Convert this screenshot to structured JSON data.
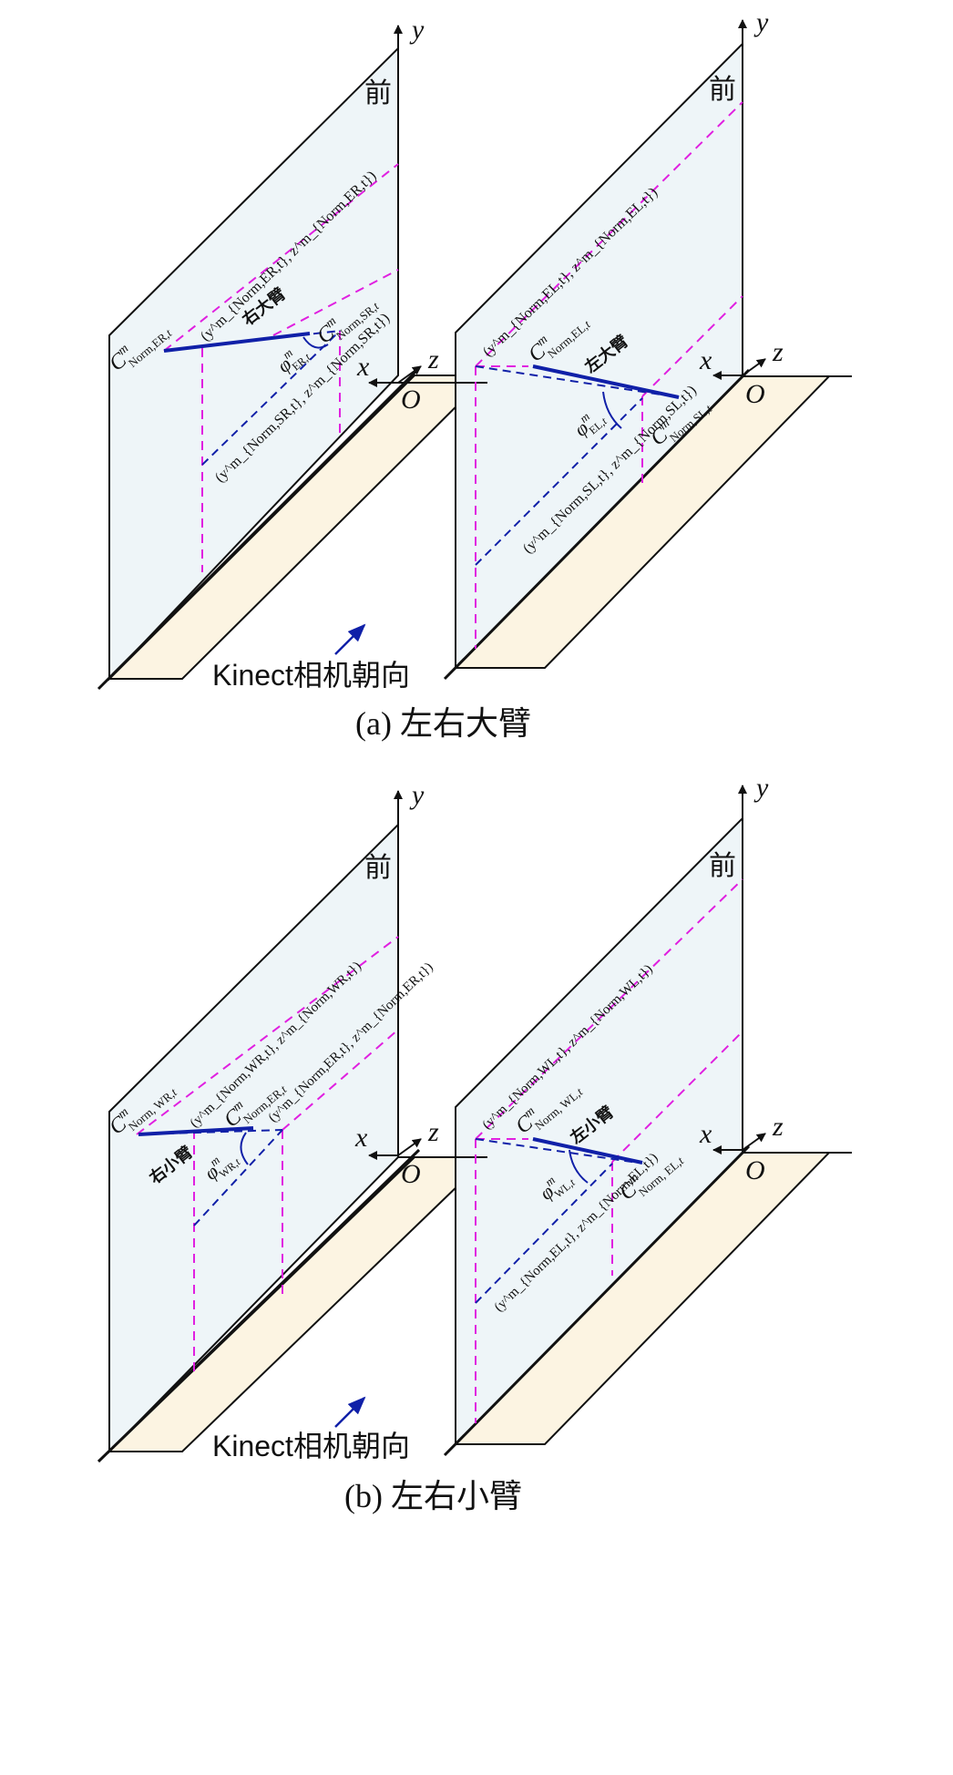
{
  "axes": {
    "x": "x",
    "y": "y",
    "z": "z",
    "origin": "O"
  },
  "front_label": "前",
  "camera_label": "Kinect相机朝向",
  "panels": [
    {
      "caption": "(a) 左右大臂",
      "right_arm": {
        "segment_label": "右大臂",
        "point1_sub": "Norm,ER,",
        "point2_sub": "Norm,SR,",
        "coord1": "(y^m_{Norm,ER,t}, z^m_{Norm,ER,t})",
        "coord2": "(y^m_{Norm,SR,t}, z^m_{Norm,SR,t})",
        "angle_sub": "ER,"
      },
      "left_arm": {
        "segment_label": "左大臂",
        "point1_sub": "Norm,EL,",
        "point2_sub": "Norm,SL,",
        "coord1": "(y^m_{Norm,EL,t}, z^m_{Norm,EL,t})",
        "coord2": "(y^m_{Norm,SL,t}, z^m_{Norm,SL,t})",
        "angle_sub": "EL,"
      }
    },
    {
      "caption": "(b) 左右小臂",
      "right_arm": {
        "segment_label": "右小臂",
        "point1_sub": "Norm, WR,",
        "point2_sub": "Norm,ER,",
        "coord1": "(y^m_{Norm,WR,t}, z^m_{Norm,WR,t})",
        "coord2": "(y^m_{Norm,ER,t}, z^m_{Norm,ER,t})",
        "angle_sub": "WR,"
      },
      "left_arm": {
        "segment_label": "左小臂",
        "point1_sub": "Norm, WL,",
        "point2_sub": "Norm, EL,",
        "coord1": "(y^m_{Norm,WL,t}, z^m_{Norm,WL,t})",
        "coord2": "(y^m_{Norm,EL,t}, z^m_{Norm,EL,t})",
        "angle_sub": "WL,"
      }
    }
  ],
  "colors": {
    "wall": "#eef5f8",
    "floor": "#fcf4e2",
    "magenta": "#e020e0",
    "blue": "#1020a8",
    "line": "#111111"
  }
}
